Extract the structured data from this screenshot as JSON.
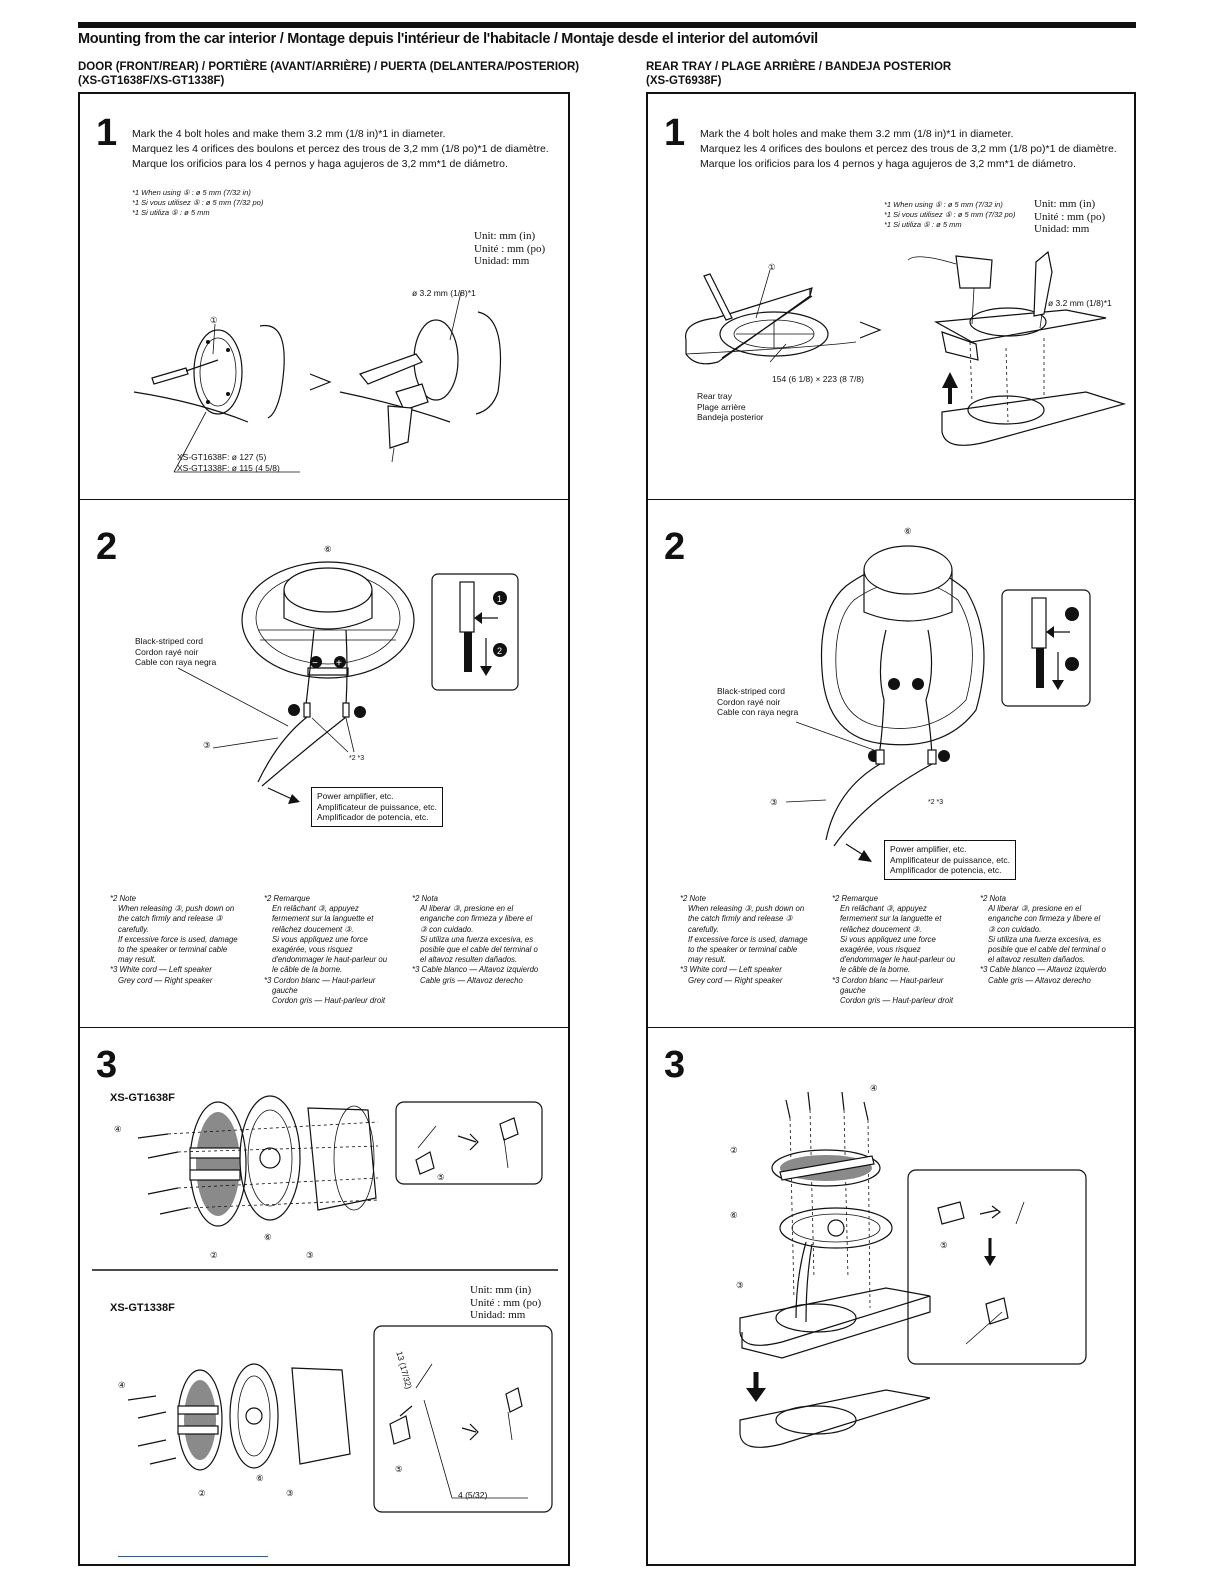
{
  "header": {
    "title": "Mounting from the car interior / Montage depuis l'intérieur de l'habitacle / Montaje desde el interior del automóvil"
  },
  "left": {
    "heading1": "DOOR (FRONT/REAR) / PORTIÈRE (AVANT/ARRIÈRE) / PUERTA (DELANTERA/POSTERIOR)",
    "heading2": "(XS-GT1638F/XS-GT1338F)",
    "step1": {
      "num": "1",
      "lines": [
        "Mark the 4 bolt holes and make them 3.2 mm (1/8 in)*1 in diameter.",
        "Marquez les 4 orifices des boulons et percez des trous de 3,2 mm (1/8 po)*1 de diamètre.",
        "Marque los orificios para los 4 pernos y haga agujeros de 3,2 mm*1 de diámetro."
      ],
      "footnotes": [
        "*1 When using ⑤ : ø 5 mm (7/32 in)",
        "*1 Si vous utilisez ⑤ : ø 5 mm (7/32 po)",
        "*1 Si utiliza ⑤ : ø 5 mm"
      ],
      "units": [
        "Unit: mm (in)",
        "Unité : mm (po)",
        "Unidad: mm"
      ],
      "hole_label": "ø 3.2 mm (1/8)*1",
      "callout_1": "①",
      "dims": [
        "XS-GT1638F: ø 127 (5)",
        "XS-GT1338F: ø 115 (4 5/8)"
      ]
    },
    "step2": {
      "num": "2",
      "cord": [
        "Black-striped cord",
        "Cordon rayé noir",
        "Cable con raya negra"
      ],
      "amp": [
        "Power amplifier, etc.",
        "Amplificateur de puissance, etc.",
        "Amplificador de potencia, etc."
      ],
      "callout_6": "⑥",
      "callout_3": "③",
      "star": "*2 *3",
      "minus": "−",
      "plus": "+",
      "step_a": "1",
      "step_b": "2"
    },
    "notes": [
      [
        "*2 Note",
        "When releasing ③, push down on",
        "the catch firmly and release ③",
        "carefully.",
        "If excessive force is used, damage",
        "to the speaker or terminal cable",
        "may result.",
        "*3 White cord — Left speaker",
        "Grey cord — Right speaker"
      ],
      [
        "*2 Remarque",
        "En relâchant ③, appuyez",
        "fermement sur la languette et",
        "relâchez doucement ③.",
        "Si vous appliquez une force",
        "exagérée, vous risquez",
        "d'endommager le haut-parleur ou",
        "le câble de la borne.",
        "*3 Cordon blanc — Haut-parleur",
        "gauche",
        "Cordon gris — Haut-parleur droit"
      ],
      [
        "*2 Nota",
        "Al liberar ③, presione en el",
        "enganche con firmeza y libere el",
        "③ con cuidado.",
        "Si utiliza una fuerza excesiva, es",
        "posible que el cable del terminal o",
        "el altavoz resulten dañados.",
        "*3 Cable blanco — Altavoz izquierdo",
        "Cable gris — Altavoz derecho"
      ]
    ],
    "step3": {
      "num": "3",
      "model_a": "XS-GT1638F",
      "model_b": "XS-GT1338F",
      "units": [
        "Unit: mm (in)",
        "Unité : mm (po)",
        "Unidad: mm"
      ],
      "dim_a": "13 (17/32)",
      "dim_b": "4 (5/32)",
      "callouts": [
        "④",
        "②",
        "⑥",
        "③",
        "⑤"
      ]
    }
  },
  "right": {
    "heading1": "REAR TRAY / PLAGE ARRIÈRE / BANDEJA POSTERIOR",
    "heading2": "(XS-GT6938F)",
    "step1": {
      "num": "1",
      "lines": [
        "Mark the 4 bolt holes and make them 3.2 mm (1/8 in)*1 in diameter.",
        "Marquez les 4 orifices des boulons et percez des trous de 3,2 mm (1/8 po)*1 de diamètre.",
        "Marque los orificios para los 4 pernos y haga agujeros de 3,2 mm*1 de diámetro."
      ],
      "footnotes": [
        "*1 When using ⑤ : ø 5 mm (7/32 in)",
        "*1 Si vous utilisez ⑤ : ø 5 mm (7/32 po)",
        "*1 Si utiliza ⑤ : ø 5 mm"
      ],
      "units": [
        "Unit: mm (in)",
        "Unité : mm (po)",
        "Unidad: mm"
      ],
      "hole_label": "ø 3.2 mm (1/8)*1",
      "dims": "154 (6 1/8) × 223 (8 7/8)",
      "tray": [
        "Rear tray",
        "Plage arrière",
        "Bandeja posterior"
      ],
      "callout_1": "①"
    },
    "step2": {
      "num": "2",
      "cord": [
        "Black-striped cord",
        "Cordon rayé noir",
        "Cable con raya negra"
      ],
      "amp": [
        "Power amplifier, etc.",
        "Amplificateur de puissance, etc.",
        "Amplificador de potencia, etc."
      ],
      "callout_6": "⑥",
      "callout_3": "③",
      "star": "*2 *3"
    },
    "step3": {
      "num": "3",
      "callouts": [
        "④",
        "②",
        "⑥",
        "③",
        "⑤"
      ]
    }
  }
}
